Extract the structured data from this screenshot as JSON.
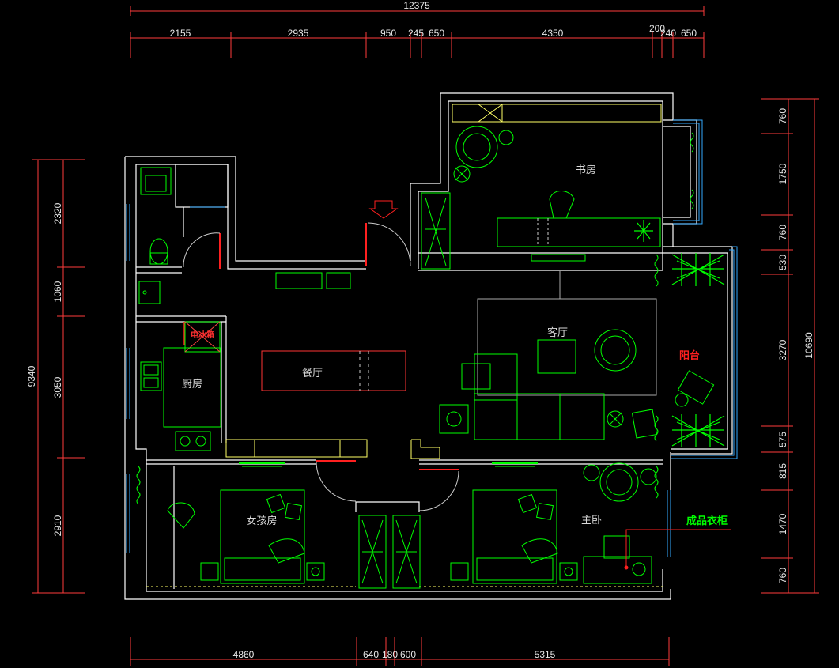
{
  "colors": {
    "background": "#000000",
    "wall": "#ffffff",
    "dimension": "#ff3b3b",
    "dimension_text": "#e8e8e8",
    "furniture": "#00ff00",
    "cabinet": "#ffff66",
    "window": "#33aaff",
    "door": "#ff2020",
    "label": "#d8d8d8",
    "balcony_label": "#ff2020",
    "wardrobe_label": "#00ff00",
    "plant": "#00ff00"
  },
  "rooms": {
    "study": "书房",
    "living": "客厅",
    "dining": "餐厅",
    "kitchen": "厨房",
    "girl": "女孩房",
    "master": "主卧",
    "balcony": "阳台",
    "fridge": "电冰箱"
  },
  "annotations": {
    "wardrobe": "成品衣柜"
  },
  "dimensions": {
    "top_total": "12375",
    "top": [
      "2155",
      "2935",
      "950",
      "245",
      "650",
      "4350",
      "200",
      "240",
      "650"
    ],
    "left_total": "9340",
    "left": [
      "2320",
      "1060",
      "3050",
      "2910"
    ],
    "right_total": "10690",
    "right": [
      "760",
      "1750",
      "760",
      "530",
      "3270",
      "575",
      "815",
      "1470",
      "760"
    ],
    "bottom": [
      "4860",
      "640",
      "180",
      "600",
      "5315"
    ]
  }
}
